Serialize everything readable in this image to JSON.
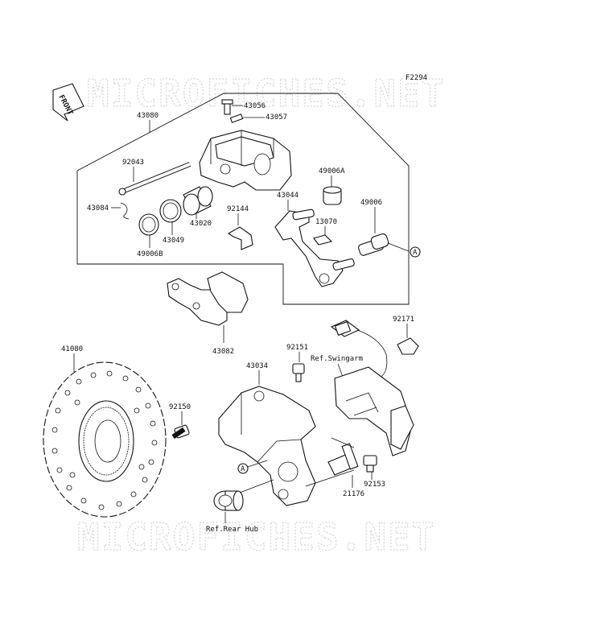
{
  "figure_code": "F2294",
  "front_label": "FRONT",
  "watermark": "MICROFICHES.NET",
  "part_numbers": {
    "p43080": "43080",
    "p43056": "43056",
    "p43057": "43057",
    "p92043": "92043",
    "p43084": "43084",
    "p43020": "43020",
    "p43049": "43049",
    "p49006B": "49006B",
    "p92144": "92144",
    "p43044": "43044",
    "p49006A": "49006A",
    "p13070": "13070",
    "p49006": "49006",
    "p43082": "43082",
    "p92171": "92171",
    "p41080": "41080",
    "p92151": "92151",
    "p43034": "43034",
    "p92150": "92150",
    "p92153": "92153",
    "p21176": "21176"
  },
  "references": {
    "swingarm": "Ref.Swingarm",
    "rear_hub": "Ref.Rear Hub"
  },
  "callout_marker": "A"
}
